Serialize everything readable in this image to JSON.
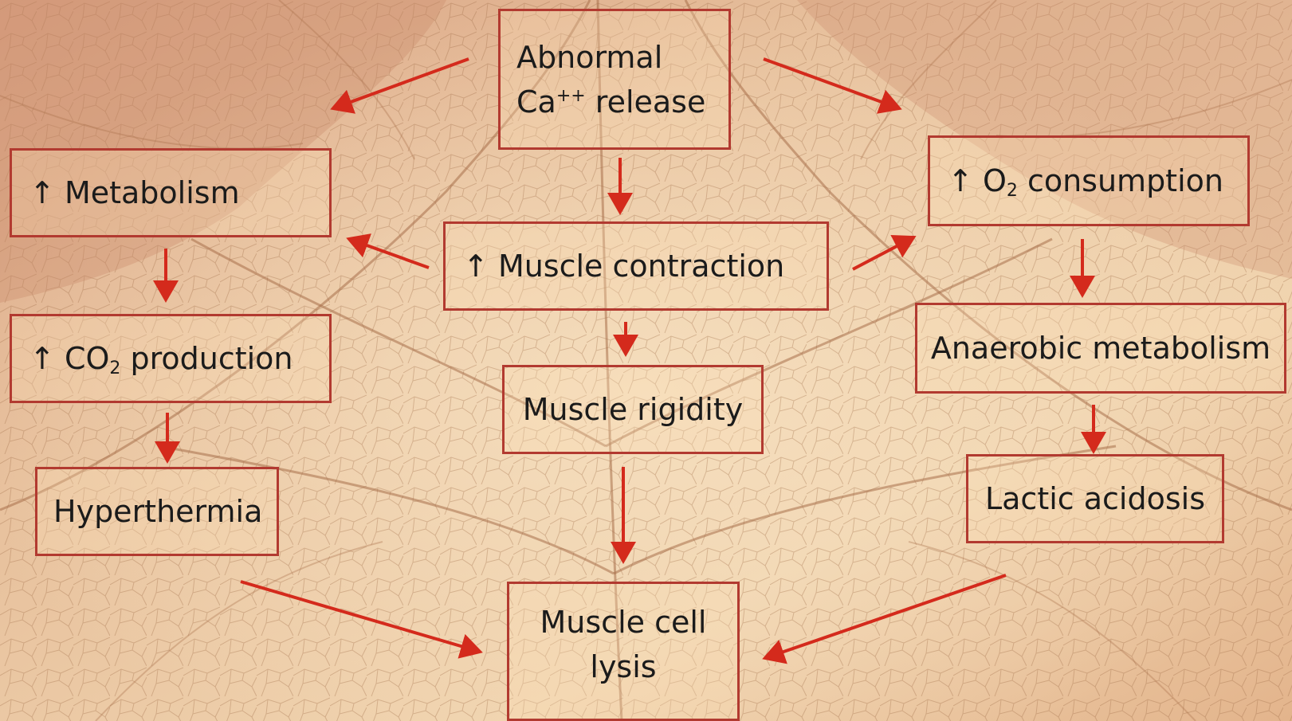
{
  "nodes": {
    "abnormal_ca_release": {
      "line1": "Abnormal",
      "line2_prefix": "Ca",
      "line2_sup": "++",
      "line2_suffix": " release"
    },
    "metabolism": {
      "arrow": "↑",
      "label": "Metabolism"
    },
    "co2_production": {
      "arrow": "↑",
      "prefix": "CO",
      "sub": "2",
      "suffix": " production"
    },
    "hyperthermia": {
      "label": "Hyperthermia"
    },
    "muscle_contraction": {
      "arrow": "↑",
      "label": "Muscle contraction"
    },
    "muscle_rigidity": {
      "label": "Muscle rigidity"
    },
    "muscle_cell_lysis": {
      "line1": "Muscle cell",
      "line2": "lysis"
    },
    "o2_consumption": {
      "arrow": "↑",
      "prefix": "O",
      "sub": "2",
      "suffix": " consumption"
    },
    "anaerobic_metabolism": {
      "label": "Anaerobic metabolism"
    },
    "lactic_acidosis": {
      "label": "Lactic acidosis"
    }
  },
  "colors": {
    "arrow": "#d42a1c",
    "box_border": "#b23a30",
    "text": "#1b1b1b"
  },
  "background": "dried leaf texture"
}
